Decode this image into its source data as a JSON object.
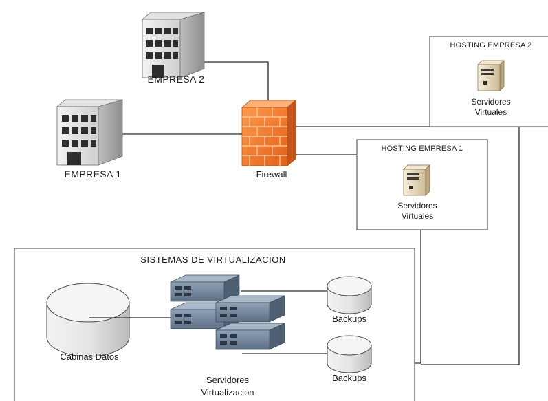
{
  "nodes": {
    "empresa2": "EMPRESA 2",
    "empresa1": "EMPRESA 1",
    "firewall": "Firewall",
    "hosting2_title": "HOSTING EMPRESA 2",
    "hosting2_server": "Servidores Virtuales",
    "hosting1_title": "HOSTING EMPRESA 1",
    "hosting1_server": "Servidores Virtuales",
    "sistemas_title": "SISTEMAS DE VIRTUALIZACION",
    "cabinas": "Cabinas Datos",
    "servidores_virt": "Servidores Virtualizacion",
    "backups_top": "Backups",
    "backups_bottom": "Backups"
  },
  "colors": {
    "line": "#2a2a2a",
    "box_border": "#5a5a5a",
    "firewall": "#f07a2c",
    "building": "#d8d8d8",
    "server_rack": "#6d7f93",
    "server_tower": "#e8dcc0"
  },
  "icons": [
    "building-icon",
    "firewall-icon",
    "server-tower-icon",
    "disk-storage-icon",
    "server-rack-icon"
  ]
}
